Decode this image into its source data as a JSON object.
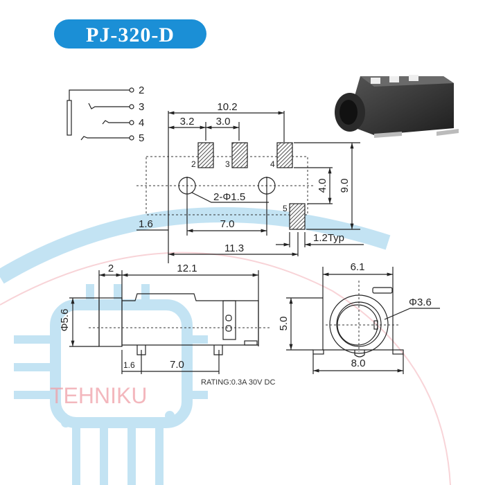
{
  "title": "PJ-320-D",
  "colors": {
    "title_bg": "#1b8fd6",
    "watermark_blue": "#7cc3e6",
    "watermark_pink": "#f0a0a8"
  },
  "schematic": {
    "pins": [
      "2",
      "3",
      "4",
      "5"
    ]
  },
  "top_view": {
    "dim_overall_pins": "10.2",
    "dim_pitch_1": "3.2",
    "dim_pitch_2": "3.0",
    "pad_labels": [
      "2",
      "3",
      "4",
      "5"
    ],
    "holes": "2-Φ1.5",
    "dim_pin_offset": "4.0",
    "dim_height": "9.0",
    "dim_left": "1.6",
    "dim_holes": "7.0",
    "dim_pad_width": "1.2Typ",
    "dim_total": "11.3"
  },
  "side_view": {
    "dim_front": "2",
    "dim_length": "12.1",
    "dim_diameter": "Φ5.6",
    "dim_pin1": "1.6",
    "dim_pin2": "7.0"
  },
  "front_view": {
    "dim_width": "6.1",
    "dim_hole": "Φ3.6",
    "dim_height": "5.0",
    "dim_base": "8.0"
  },
  "rating": "RATING:0.3A 30V DC",
  "watermark": "TEHNIKU"
}
